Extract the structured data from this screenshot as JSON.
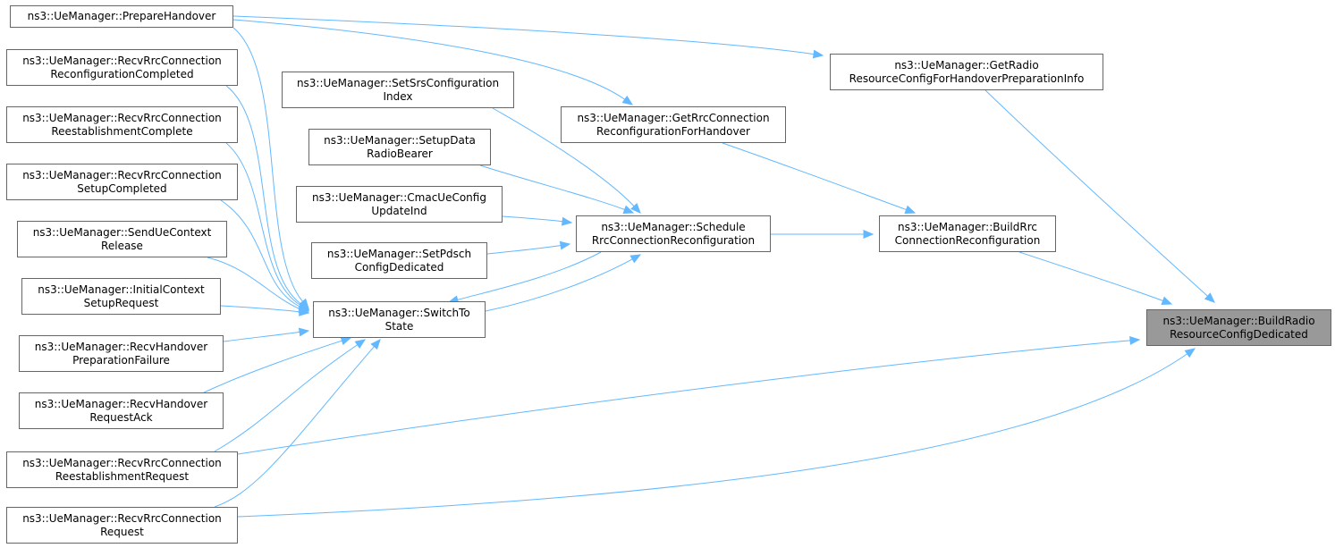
{
  "colors": {
    "edge": "#63b8ff",
    "node_border": "#666666",
    "focus_fill": "#999999"
  },
  "nodes": {
    "build_radio": {
      "lines": [
        "ns3::UeManager::BuildRadio",
        "ResourceConfigDedicated"
      ]
    },
    "get_radio": {
      "lines": [
        "ns3::UeManager::GetRadio",
        "ResourceConfigForHandoverPreparationInfo"
      ]
    },
    "build_rrc": {
      "lines": [
        "ns3::UeManager::BuildRrc",
        "ConnectionReconfiguration"
      ]
    },
    "recv_reest_req": {
      "lines": [
        "ns3::UeManager::RecvRrcConnection",
        "ReestablishmentRequest"
      ]
    },
    "recv_conn_req": {
      "lines": [
        "ns3::UeManager::RecvRrcConnection",
        "Request"
      ]
    },
    "prepare_handover": {
      "lines": [
        "ns3::UeManager::PrepareHandover"
      ]
    },
    "get_rrc_handover": {
      "lines": [
        "ns3::UeManager::GetRrcConnection",
        "ReconfigurationForHandover"
      ]
    },
    "schedule_rrc": {
      "lines": [
        "ns3::UeManager::Schedule",
        "RrcConnectionReconfiguration"
      ]
    },
    "set_srs": {
      "lines": [
        "ns3::UeManager::SetSrsConfiguration",
        "Index"
      ]
    },
    "setup_drb": {
      "lines": [
        "ns3::UeManager::SetupData",
        "RadioBearer"
      ]
    },
    "cmac_update": {
      "lines": [
        "ns3::UeManager::CmacUeConfig",
        "UpdateInd"
      ]
    },
    "set_pdsch": {
      "lines": [
        "ns3::UeManager::SetPdsch",
        "ConfigDedicated"
      ]
    },
    "switch_state": {
      "lines": [
        "ns3::UeManager::SwitchTo",
        "State"
      ]
    },
    "recv_reconf_done": {
      "lines": [
        "ns3::UeManager::RecvRrcConnection",
        "ReconfigurationCompleted"
      ]
    },
    "recv_reest_done": {
      "lines": [
        "ns3::UeManager::RecvRrcConnection",
        "ReestablishmentComplete"
      ]
    },
    "recv_setup_done": {
      "lines": [
        "ns3::UeManager::RecvRrcConnection",
        "SetupCompleted"
      ]
    },
    "send_ctx_release": {
      "lines": [
        "ns3::UeManager::SendUeContext",
        "Release"
      ]
    },
    "initial_ctx": {
      "lines": [
        "ns3::UeManager::InitialContext",
        "SetupRequest"
      ]
    },
    "recv_ho_fail": {
      "lines": [
        "ns3::UeManager::RecvHandover",
        "PreparationFailure"
      ]
    },
    "recv_ho_ack": {
      "lines": [
        "ns3::UeManager::RecvHandover",
        "RequestAck"
      ]
    }
  },
  "edges": [
    {
      "from": "get_radio",
      "to": "build_radio"
    },
    {
      "from": "build_rrc",
      "to": "build_radio"
    },
    {
      "from": "recv_reest_req",
      "to": "build_radio"
    },
    {
      "from": "recv_conn_req",
      "to": "build_radio"
    },
    {
      "from": "prepare_handover",
      "to": "get_radio"
    },
    {
      "from": "get_rrc_handover",
      "to": "build_rrc"
    },
    {
      "from": "schedule_rrc",
      "to": "build_rrc"
    },
    {
      "from": "prepare_handover",
      "to": "get_rrc_handover"
    },
    {
      "from": "set_srs",
      "to": "schedule_rrc"
    },
    {
      "from": "setup_drb",
      "to": "schedule_rrc"
    },
    {
      "from": "cmac_update",
      "to": "schedule_rrc"
    },
    {
      "from": "set_pdsch",
      "to": "schedule_rrc"
    },
    {
      "from": "switch_state",
      "to": "schedule_rrc"
    },
    {
      "from": "schedule_rrc",
      "to": "switch_state"
    },
    {
      "from": "prepare_handover",
      "to": "switch_state"
    },
    {
      "from": "recv_reconf_done",
      "to": "switch_state"
    },
    {
      "from": "recv_reest_done",
      "to": "switch_state"
    },
    {
      "from": "recv_setup_done",
      "to": "switch_state"
    },
    {
      "from": "send_ctx_release",
      "to": "switch_state"
    },
    {
      "from": "initial_ctx",
      "to": "switch_state"
    },
    {
      "from": "recv_ho_fail",
      "to": "switch_state"
    },
    {
      "from": "recv_ho_ack",
      "to": "switch_state"
    },
    {
      "from": "recv_reest_req",
      "to": "switch_state"
    },
    {
      "from": "recv_conn_req",
      "to": "switch_state"
    }
  ]
}
